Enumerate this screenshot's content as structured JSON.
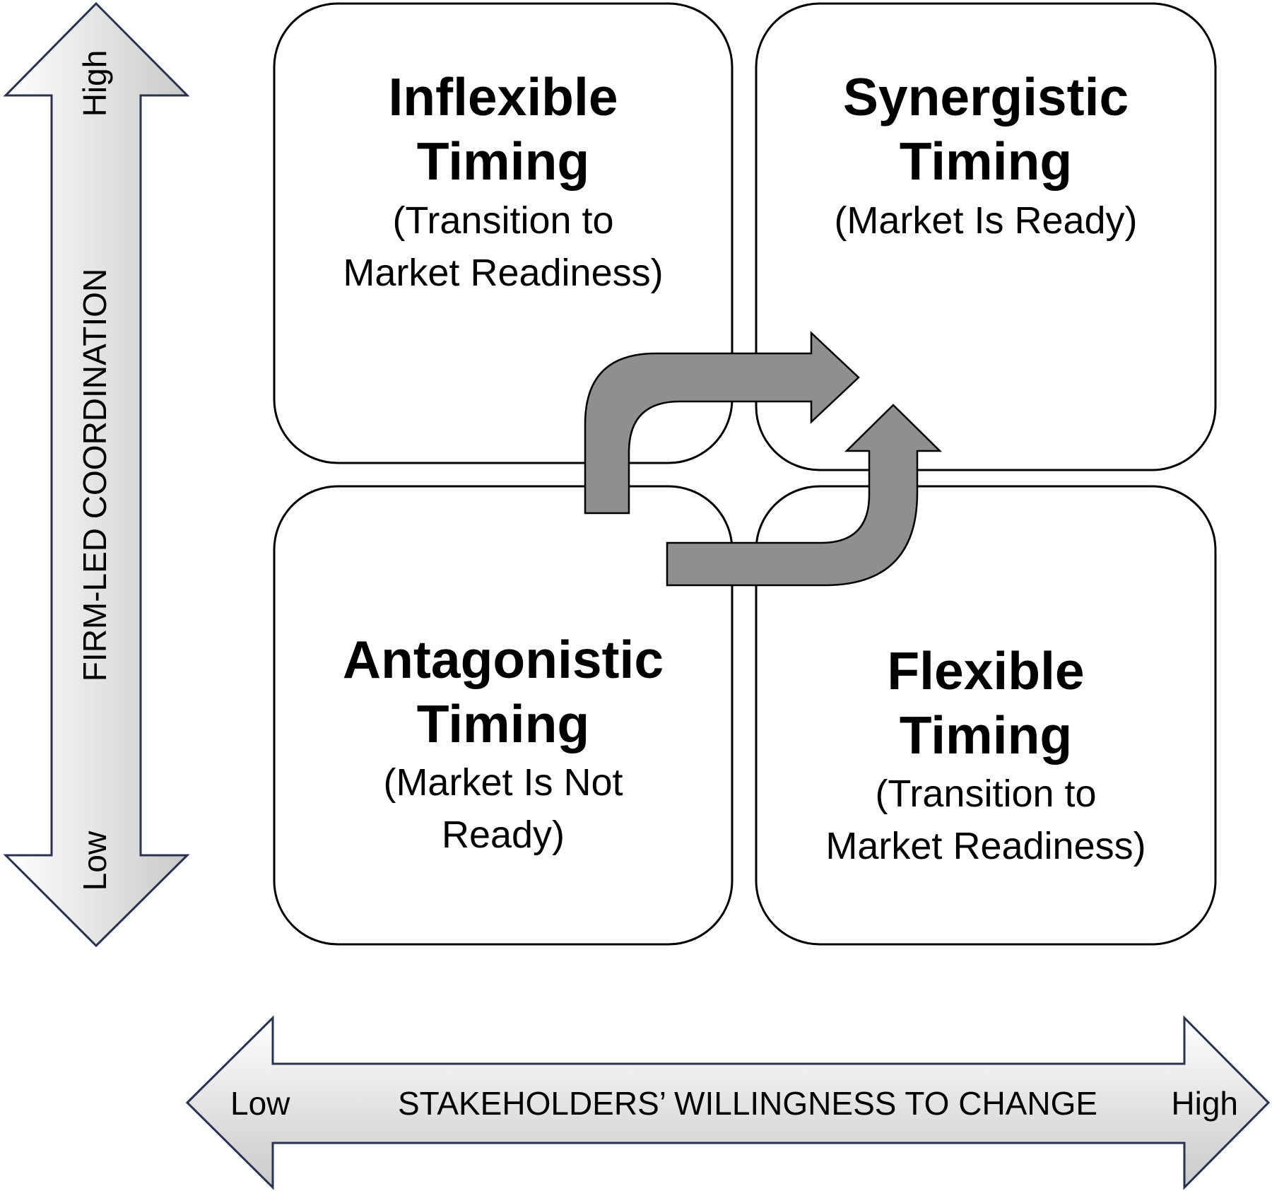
{
  "quadrants": {
    "top_left": {
      "title_lines": [
        "Inflexible",
        "Timing"
      ],
      "subtitle_lines": [
        "(Transition to",
        "Market Readiness)"
      ]
    },
    "top_right": {
      "title_lines": [
        "Synergistic",
        "Timing"
      ],
      "subtitle_lines": [
        "(Market Is Ready)"
      ]
    },
    "bottom_left": {
      "title_lines": [
        "Antagonistic",
        "Timing"
      ],
      "subtitle_lines": [
        "(Market Is Not",
        "Ready)"
      ]
    },
    "bottom_right": {
      "title_lines": [
        "Flexible",
        "Timing"
      ],
      "subtitle_lines": [
        "(Transition to",
        "Market Readiness)"
      ]
    }
  },
  "y_axis": {
    "title": "FIRM-LED COORDINATION",
    "low_label": "Low",
    "high_label": "High"
  },
  "x_axis": {
    "title": "STAKEHOLDERS’ WILLINGNESS TO CHANGE",
    "low_label": "Low",
    "high_label": "High"
  },
  "colors": {
    "box_stroke": "#000000",
    "box_fill": "#ffffff",
    "flow_arrow_fill": "#8f8f8f",
    "axis_arrow_stroke": "#2b3250",
    "axis_arrow_light": "#ffffff",
    "axis_arrow_dark": "#c9c9c9"
  }
}
